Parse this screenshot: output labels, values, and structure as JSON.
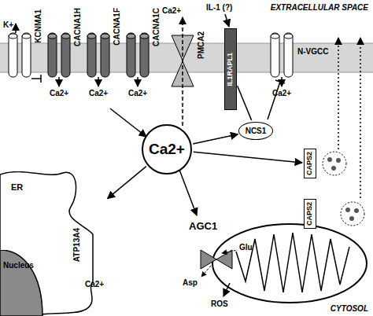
{
  "diagram": {
    "nodes": [
      {
        "text": [
          "Ca2+"
        ]
      },
      {
        "text": [
          "IL1RAPL1"
        ]
      },
      {
        "text": [
          "NCS1"
        ]
      },
      {
        "text": [
          "CAPS2"
        ]
      },
      {
        "text": [
          "CAPS2"
        ]
      },
      {
        "text": [
          "ER"
        ]
      },
      {
        "text": [
          "Nucleus"
        ],
        "in": 5
      }
    ],
    "edges": [
      {
        "from": 1,
        "to": 2,
        "arrow": "none"
      },
      {
        "from": 0,
        "to": 2,
        "arrow": "to"
      },
      {
        "from": 0,
        "to": 3,
        "arrow": "to"
      },
      {
        "from": 0,
        "to": 5,
        "arrow": "to"
      }
    ],
    "labels": [
      "EXTRACELLULAR SPACE",
      "K+",
      "KCNMA1",
      "CACNA1H",
      "CACNA1F",
      "CACNA1C",
      "Ca2+",
      "PMCA2",
      "IL-1 (?)",
      "N-VGCC",
      "Ca2+",
      "Ca2+",
      "Ca2+",
      "Ca2+",
      "ATP13A4",
      "Ca2+",
      "AGC1",
      "Glu",
      "Asp",
      "ROS",
      "CYTOSOL"
    ]
  }
}
